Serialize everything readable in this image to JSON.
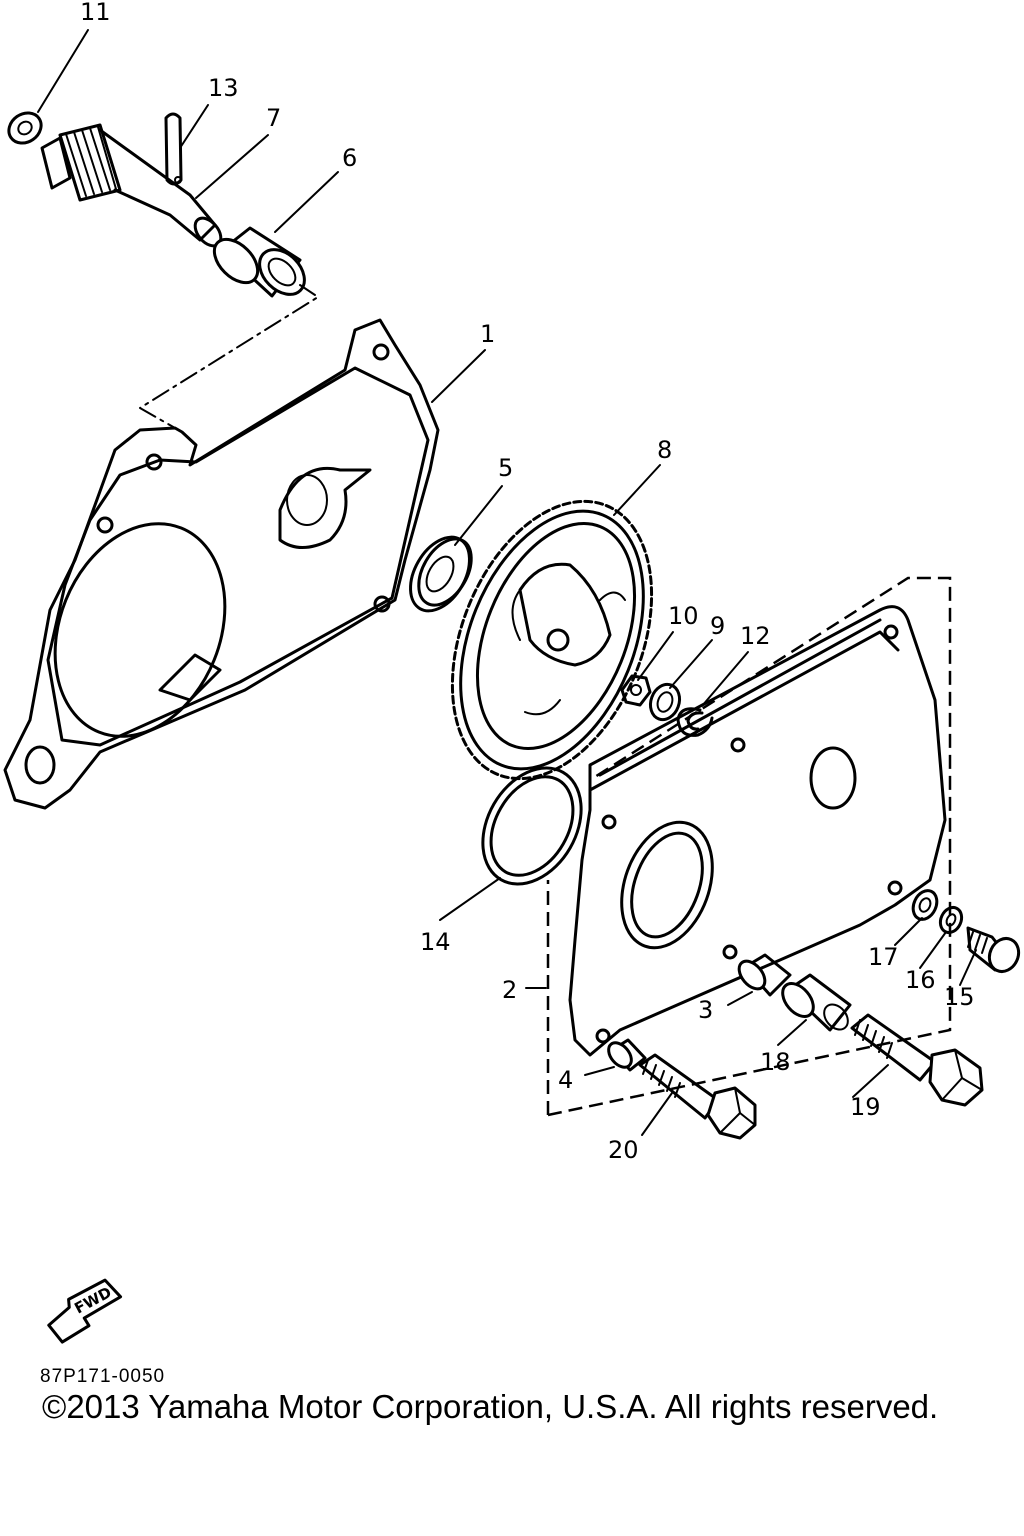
{
  "callouts": {
    "c1": "1",
    "c2": "2",
    "c3": "3",
    "c4": "4",
    "c5": "5",
    "c6": "6",
    "c7": "7",
    "c8": "8",
    "c9": "9",
    "c10": "10",
    "c11": "11",
    "c12": "12",
    "c13": "13",
    "c14": "14",
    "c15": "15",
    "c16": "16",
    "c17": "17",
    "c18": "18",
    "c19": "19",
    "c20": "20"
  },
  "fwd_label": "FWD",
  "diagram_code": "87P171-0050",
  "copyright": "©2013 Yamaha Motor Corporation, U.S.A. All rights reserved."
}
